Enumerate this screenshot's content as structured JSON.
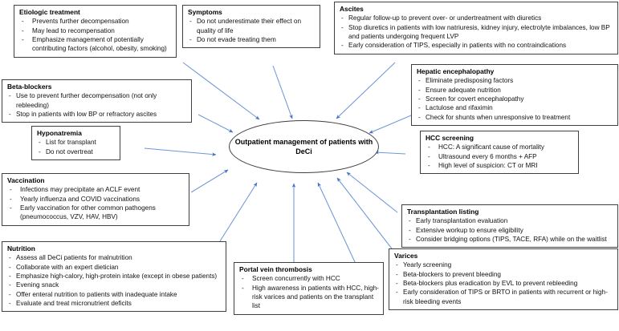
{
  "figure": {
    "type": "concept-map",
    "center": {
      "label": "Outpatient management of patients with DeCi"
    },
    "accent_color": "#4472C4",
    "box_border_color": "#3f3f3f",
    "background": "#ffffff"
  },
  "nodes": [
    {
      "id": "etiologic-treatment",
      "title": "Etiologic treatment",
      "bullets": [
        "Prevents further decompensation",
        "May lead to recompensation",
        "Emphasize management of potentially contributing factors (alcohol, obesity, smoking)"
      ]
    },
    {
      "id": "symptoms",
      "title": "Symptoms",
      "bullets": [
        "Do not underestimate their effect on quality of life",
        "Do not evade treating them"
      ]
    },
    {
      "id": "ascites",
      "title": "Ascites",
      "bullets": [
        "Regular follow-up to prevent over- or undertreatment with diuretics",
        "Stop diuretics in patients with low natriuresis, kidney injury, electrolyte imbalances, low BP and patients undergoing frequent LVP",
        "Early consideration of TIPS, especially in patients with no contraindications"
      ]
    },
    {
      "id": "hepatic-encephalopathy",
      "title": "Hepatic encephalopathy",
      "bullets": [
        "Eliminate predisposing factors",
        "Ensure adequate nutrition",
        "Screen for covert encephalopathy",
        "Lactulose and rifaximin",
        "Check for shunts when unresponsive to treatment"
      ]
    },
    {
      "id": "beta-blockers",
      "title": "Beta-blockers",
      "bullets": [
        "Use to prevent further decompensation (not only rebleeding)",
        "Stop in patients with low BP or refractory ascites"
      ]
    },
    {
      "id": "hyponatremia",
      "title": "Hyponatremia",
      "bullets": [
        "List for transplant",
        "Do not overtreat"
      ]
    },
    {
      "id": "hcc-screening",
      "title": "HCC screening",
      "bullets": [
        "HCC: A significant cause of mortality",
        "Ultrasound every 6 months + AFP",
        "High level of suspicion: CT or MRI"
      ]
    },
    {
      "id": "vaccination",
      "title": "Vaccination",
      "bullets": [
        "Infections may precipitate an ACLF event",
        "Yearly influenza and COVID vaccinations",
        "Early vaccination for other common pathogens (pneumococcus, VZV, HAV, HBV)"
      ]
    },
    {
      "id": "transplantation-listing",
      "title": "Transplantation listing",
      "bullets": [
        "Early transplantation evaluation",
        "Extensive workup to ensure eligibility",
        "Consider bridging options (TIPS, TACE, RFA) while on the waitlist"
      ]
    },
    {
      "id": "nutrition",
      "title": "Nutrition",
      "bullets": [
        "Assess all DeCi patients for malnutrition",
        "Collaborate with an expert dietician",
        "Emphasize high-calory, high-protein intake (except in obese patients)",
        "Evening snack",
        "Offer enteral nutrition to patients with inadequate intake",
        "Evaluate and treat micronutrient deficits"
      ]
    },
    {
      "id": "portal-vein-thrombosis",
      "title": "Portal vein thrombosis",
      "bullets": [
        "Screen concurrently with HCC",
        "High awareness in patients with HCC, high-risk varices and patients on the transplant list"
      ]
    },
    {
      "id": "varices",
      "title": "Varices",
      "bullets": [
        "Yearly screening",
        "Beta-blockers to prevent bleeding",
        "Beta-blockers plus eradication by EVL to prevent rebleeding",
        "Early consideration of TIPS or BRTO in patients with recurrent or high-risk bleeding events"
      ]
    }
  ]
}
